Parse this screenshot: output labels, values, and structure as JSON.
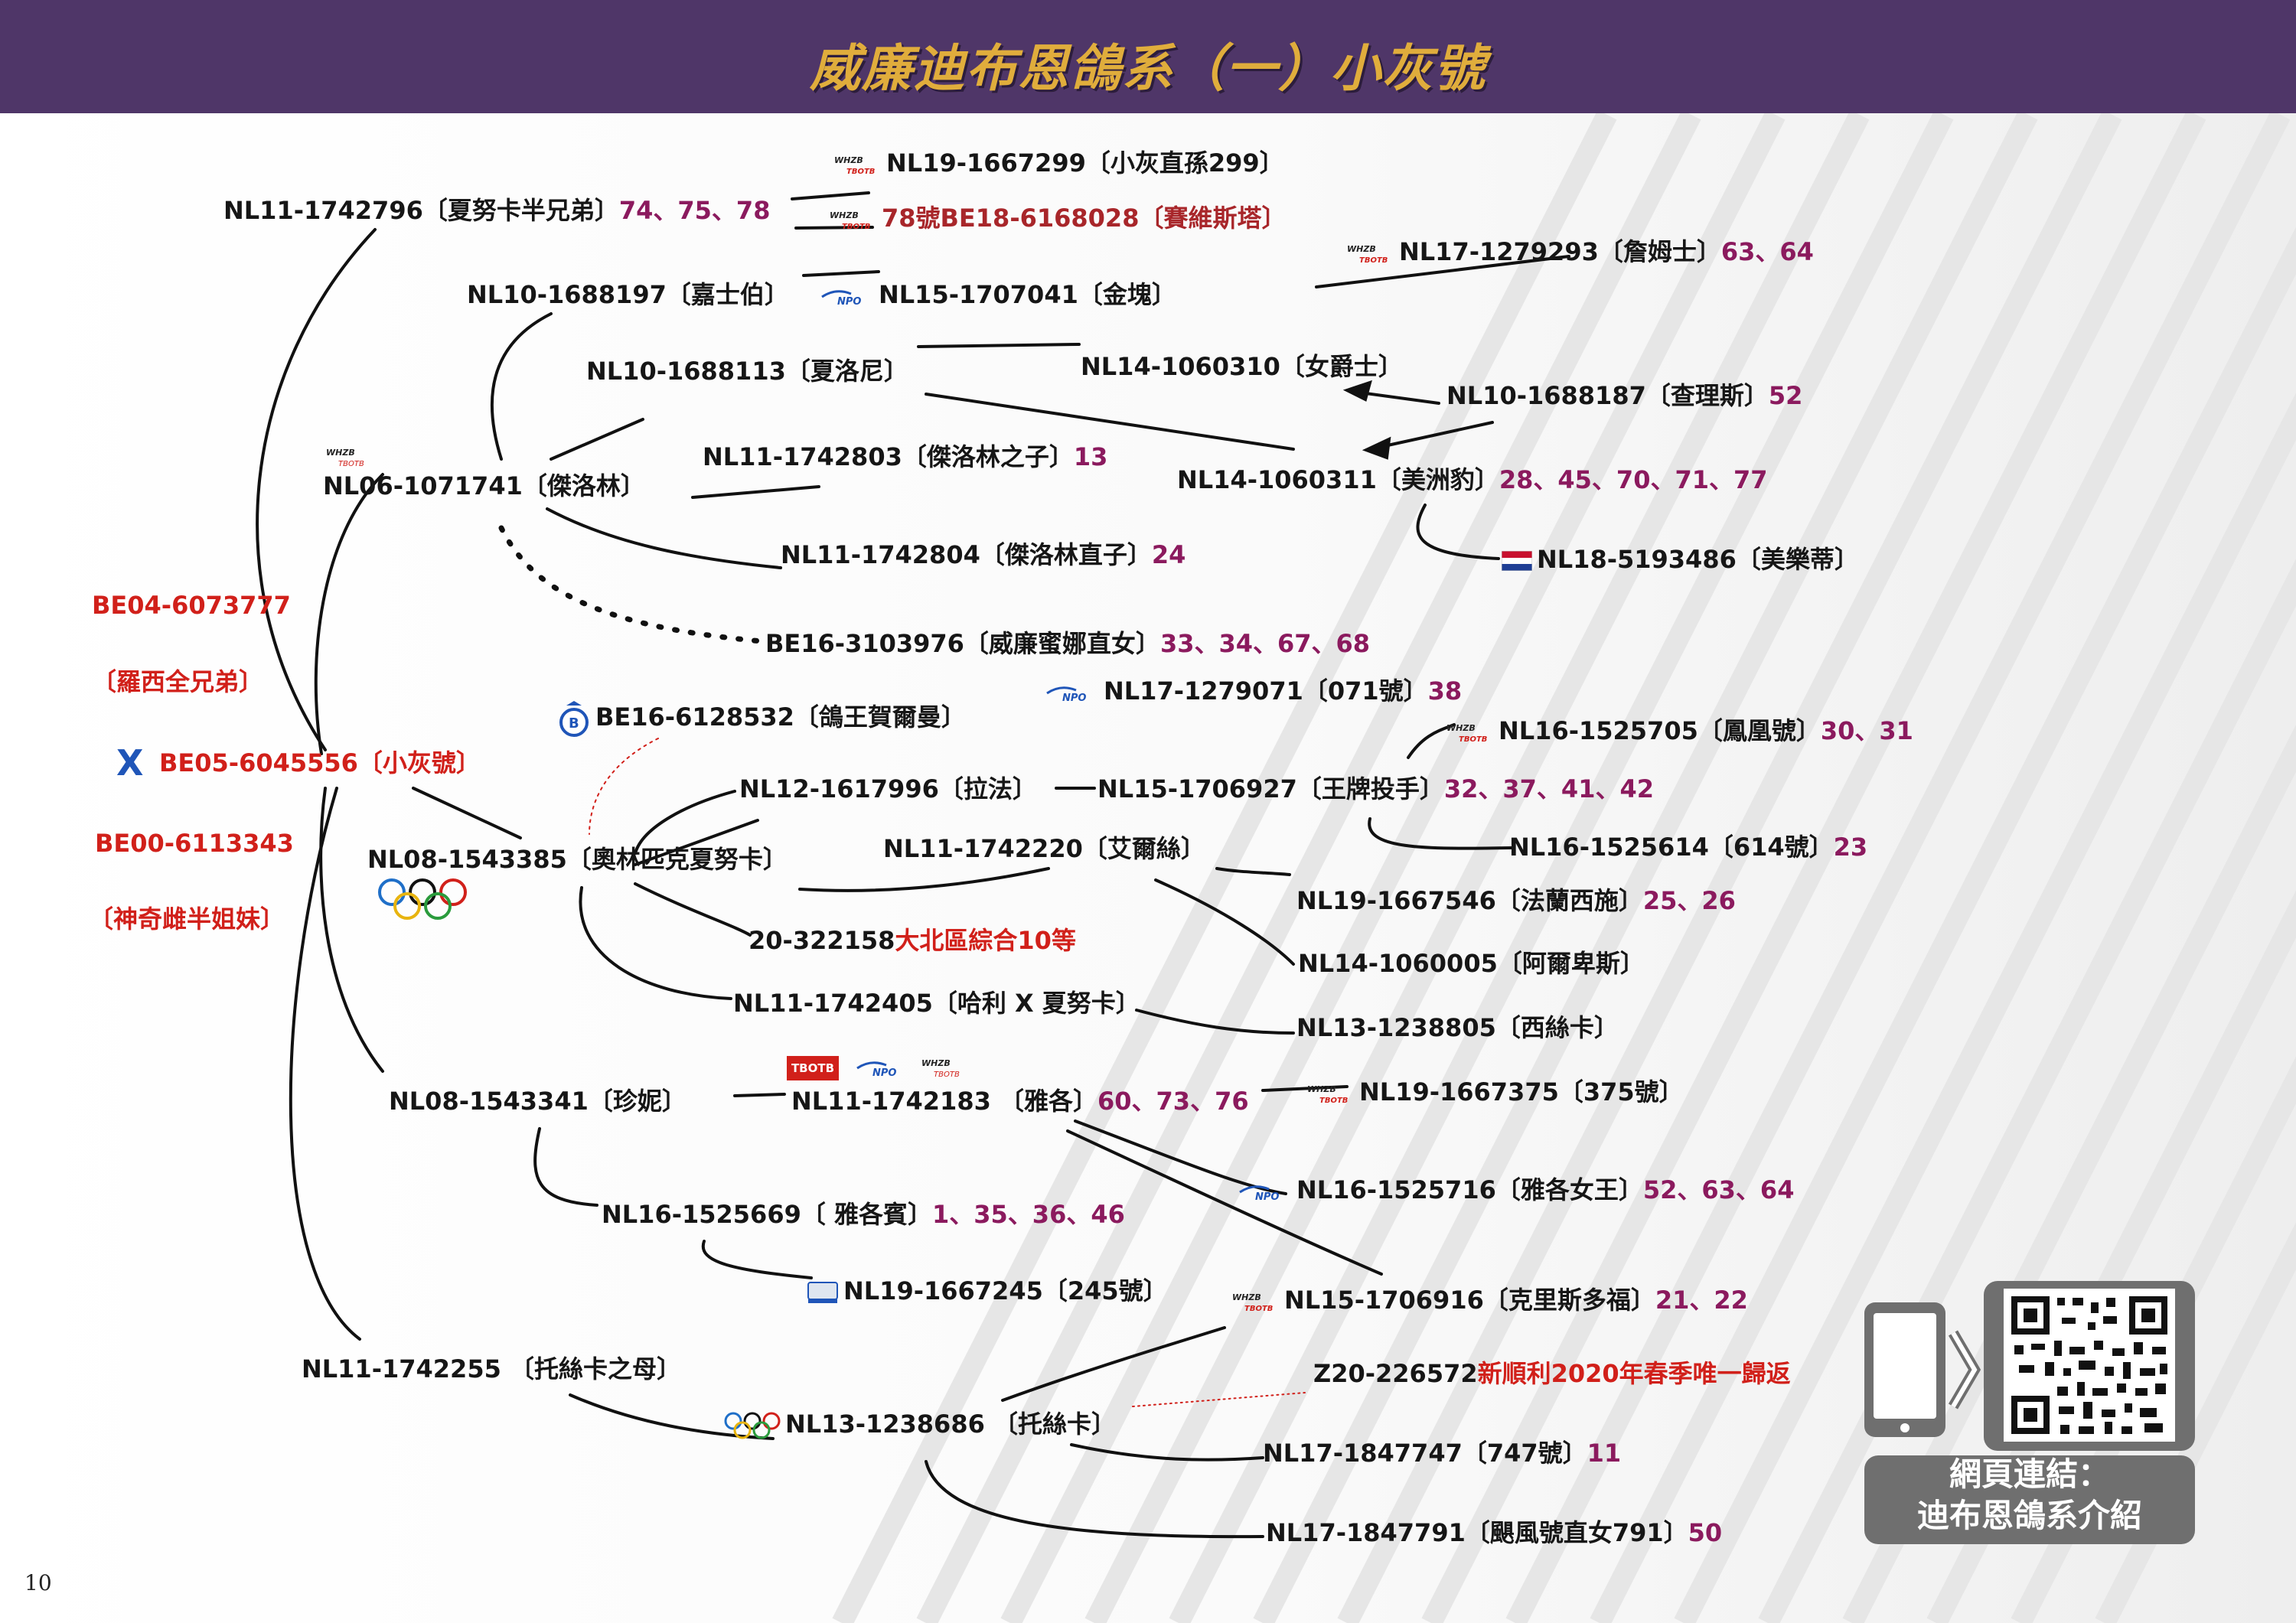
{
  "header": {
    "title": "威廉迪布恩鴿系（一）小灰號"
  },
  "page": {
    "number": "10"
  },
  "colors": {
    "header_bg": "#4f3668",
    "title_gold": "#e0ad3c",
    "number": "#8b1a5e",
    "red": "#d1201a"
  },
  "root": {
    "cross": "X",
    "name": "BE05-6045556〔小灰號〕",
    "sire_id": "BE04-6073777",
    "sire_desc": "〔羅西全兄弟〕",
    "dam_id": "BE00-6113343",
    "dam_desc": "〔神奇雌半姐妹〕"
  },
  "nodes": {
    "n01": {
      "name": "NL19-1667299〔小灰直孫299〕"
    },
    "n02": {
      "name": "NL11-1742796〔夏努卡半兄弟〕",
      "nums": "74、75、78"
    },
    "n03": {
      "name": "78號BE18-6168028〔賽維斯塔〕"
    },
    "n04": {
      "name": "NL17-1279293〔詹姆士〕",
      "nums": "63、64"
    },
    "n05": {
      "name": "NL10-1688197〔嘉士伯〕"
    },
    "n06": {
      "name": "NL15-1707041〔金塊〕"
    },
    "n07": {
      "name": "NL10-1688113〔夏洛尼〕"
    },
    "n08": {
      "name": "NL14-1060310〔女爵士〕"
    },
    "n09": {
      "name": "NL10-1688187〔查理斯〕",
      "nums": "52"
    },
    "n10": {
      "name": "NL11-1742803〔傑洛林之子〕",
      "nums": "13"
    },
    "n11": {
      "name": "NL06-1071741〔傑洛林〕"
    },
    "n12": {
      "name": "NL14-1060311〔美洲豹〕",
      "nums": "28、45、70、71、77"
    },
    "n13": {
      "name": "NL18-5193486〔美樂蒂〕"
    },
    "n14": {
      "name": "NL11-1742804〔傑洛林直子〕",
      "nums": "24"
    },
    "n15": {
      "name": "BE16-3103976〔威廉蜜娜直女〕",
      "nums": "33、34、67、68"
    },
    "n16": {
      "name": "NL17-1279071〔071號〕",
      "nums": "38"
    },
    "n17": {
      "name": "BE16-6128532〔鴿王賀爾曼〕"
    },
    "n18": {
      "name": "NL16-1525705〔鳳凰號〕",
      "nums": "30、31"
    },
    "n19": {
      "name": "NL12-1617996〔拉法〕"
    },
    "n20": {
      "name": "NL15-1706927〔王牌投手〕",
      "nums": "32、37、41、42"
    },
    "n21": {
      "name": "NL11-1742220〔艾爾絲〕"
    },
    "n22": {
      "name": "NL16-1525614〔614號〕",
      "nums": "23"
    },
    "n23": {
      "name": "NL08-1543385〔奧林匹克夏努卡〕"
    },
    "n24": {
      "name": "NL19-1667546〔法蘭西施〕",
      "nums": "25、26"
    },
    "n25": {
      "id": "20-322158",
      "desc": "大北區綜合10等"
    },
    "n26": {
      "name": "NL14-1060005〔阿爾卑斯〕"
    },
    "n27": {
      "name": "NL11-1742405〔哈利 X 夏努卡〕"
    },
    "n28": {
      "name": "NL13-1238805〔西絲卡〕"
    },
    "n29": {
      "name": "NL08-1543341〔珍妮〕"
    },
    "n30": {
      "name": "NL11-1742183 〔雅各〕",
      "nums": "60、73、76"
    },
    "n31": {
      "name": "NL19-1667375〔375號〕"
    },
    "n32": {
      "name": "NL16-1525716〔雅各女王〕",
      "nums": "52、63、64"
    },
    "n33": {
      "name": "NL16-1525669〔 雅各賓〕",
      "nums": "1、35、36、46"
    },
    "n34": {
      "name": "NL19-1667245〔245號〕"
    },
    "n35": {
      "name": "NL15-1706916〔克里斯多福〕",
      "nums": "21、22"
    },
    "n36": {
      "name": "NL11-1742255 〔托絲卡之母〕"
    },
    "n37": {
      "id": "Z20-226572",
      "desc": "新順利2020年春季唯一歸返"
    },
    "n38": {
      "name": "NL13-1238686 〔托絲卡〕"
    },
    "n39": {
      "name": "NL17-1847747〔747號〕",
      "nums": "11"
    },
    "n40": {
      "name": "NL17-1847791〔颶風號直女791〕",
      "nums": "50"
    }
  },
  "badges": {
    "whzb": "WHZB",
    "tbotb_small": "TBOTB",
    "tbotb": "TBOTB",
    "npo": "NPO"
  },
  "qr": {
    "caption_line1": "網頁連結：",
    "caption_line2": "迪布恩鴿系介紹"
  }
}
